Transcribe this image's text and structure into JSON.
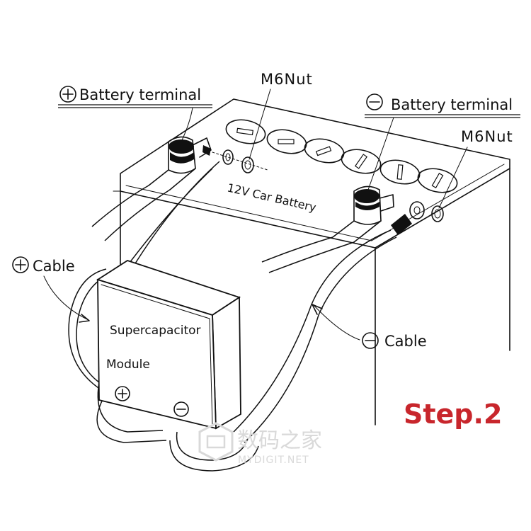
{
  "labels": {
    "pos_terminal": "Battery terminal",
    "neg_terminal": "Battery terminal",
    "nut_left": "M6Nut",
    "nut_right": "M6Nut",
    "battery": "12V  Car Battery",
    "pos_cable": "Cable",
    "neg_cable": "Cable",
    "module_line1": "Supercapacitor",
    "module_line2": "Module",
    "step": "Step.2"
  },
  "symbols": {
    "plus": "+",
    "minus": "−"
  },
  "watermark": {
    "cn": "数码之家",
    "en": "MYDIGIT.NET"
  },
  "colors": {
    "step": "#c8262c",
    "ink": "#111111",
    "watermark": "#d9d9d9"
  }
}
